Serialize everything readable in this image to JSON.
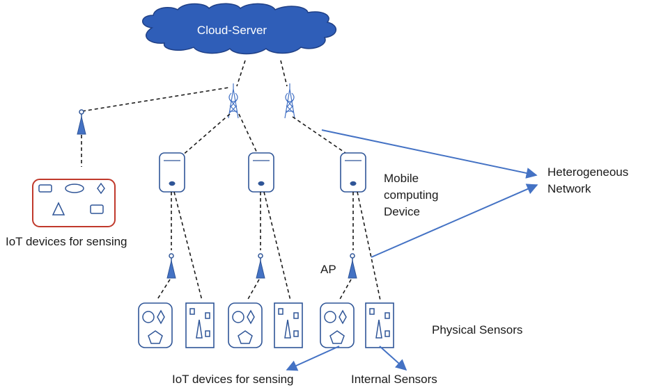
{
  "diagram": {
    "cloud_label": "Cloud-Server",
    "mobile_device_label": [
      "Mobile",
      "computing",
      "Device"
    ],
    "heterogeneous_label": [
      "Heterogeneous",
      "Network"
    ],
    "iot_left_label": "IoT devices for sensing",
    "ap_label": "AP",
    "physical_sensors_label": "Physical Sensors",
    "iot_bottom_label": "IoT devices for sensing",
    "internal_sensors_label": "Internal Sensors",
    "colors": {
      "cloud_fill": "#2f5eb8",
      "cloud_stroke": "#1f3f85",
      "device_stroke": "#2f5597",
      "arrow_blue": "#4472c4",
      "iot_box_red": "#c0392b",
      "dashed": "#1a1a1a"
    }
  }
}
